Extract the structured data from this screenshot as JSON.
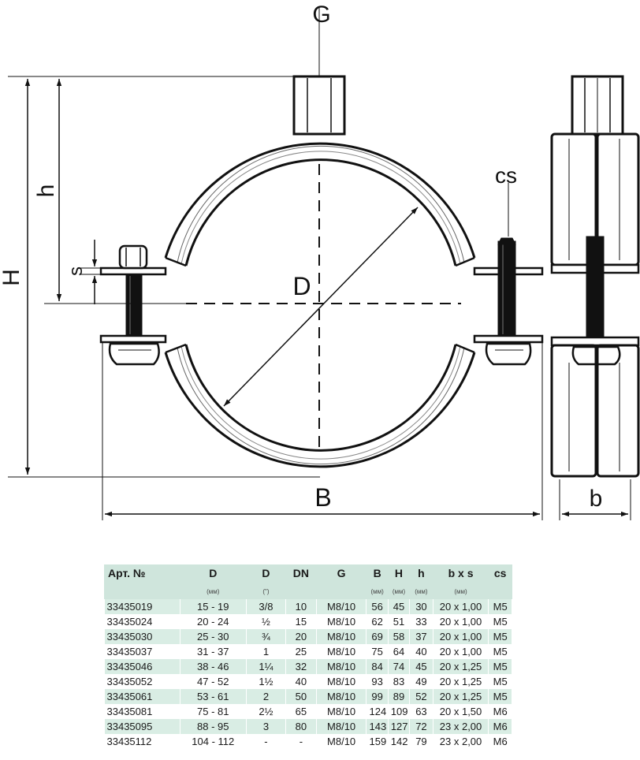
{
  "drawing": {
    "labels": {
      "G": "G",
      "cs": "cs",
      "h": "h",
      "H": "H",
      "s": "s",
      "D": "D",
      "B": "B",
      "b": "b"
    }
  },
  "table": {
    "headers": [
      {
        "label": "Арт. №",
        "unit": ""
      },
      {
        "label": "D",
        "unit": "(мм)"
      },
      {
        "label": "D",
        "unit": "(\")"
      },
      {
        "label": "DN",
        "unit": ""
      },
      {
        "label": "G",
        "unit": ""
      },
      {
        "label": "B",
        "unit": "(мм)"
      },
      {
        "label": "H",
        "unit": "(мм)"
      },
      {
        "label": "h",
        "unit": "(мм)"
      },
      {
        "label": "b x s",
        "unit": "(мм)"
      },
      {
        "label": "cs",
        "unit": ""
      }
    ],
    "rows": [
      [
        "33435019",
        "15 - 19",
        "3/8",
        "10",
        "M8/10",
        "56",
        "45",
        "30",
        "20 x 1,00",
        "M5"
      ],
      [
        "33435024",
        "20 - 24",
        "½",
        "15",
        "M8/10",
        "62",
        "51",
        "33",
        "20 x 1,00",
        "M5"
      ],
      [
        "33435030",
        "25 - 30",
        "¾",
        "20",
        "M8/10",
        "69",
        "58",
        "37",
        "20 x 1,00",
        "M5"
      ],
      [
        "33435037",
        "31 - 37",
        "1",
        "25",
        "M8/10",
        "75",
        "64",
        "40",
        "20 x 1,00",
        "M5"
      ],
      [
        "33435046",
        "38 - 46",
        "1¼",
        "32",
        "M8/10",
        "84",
        "74",
        "45",
        "20 x 1,25",
        "M5"
      ],
      [
        "33435052",
        "47 - 52",
        "1½",
        "40",
        "M8/10",
        "93",
        "83",
        "49",
        "20 x 1,25",
        "M5"
      ],
      [
        "33435061",
        "53 - 61",
        "2",
        "50",
        "M8/10",
        "99",
        "89",
        "52",
        "20 x 1,25",
        "M5"
      ],
      [
        "33435081",
        "75 - 81",
        "2½",
        "65",
        "M8/10",
        "124",
        "109",
        "63",
        "20 x 1,50",
        "M6"
      ],
      [
        "33435095",
        "88 - 95",
        "3",
        "80",
        "M8/10",
        "143",
        "127",
        "72",
        "23 x 2,00",
        "M6"
      ],
      [
        "33435112",
        "104 - 112",
        "-",
        "-",
        "M8/10",
        "159",
        "142",
        "79",
        "23 x 2,00",
        "M6"
      ]
    ]
  },
  "colors": {
    "header_bg": "#cfe5dc",
    "stripe": "#d9ede4",
    "line": "#111111"
  }
}
